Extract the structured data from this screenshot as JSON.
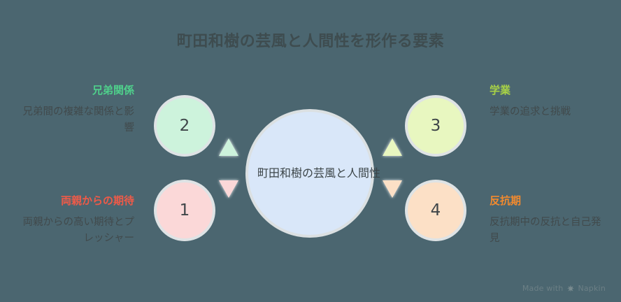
{
  "title": "町田和樹の芸風と人間性を形作る要素",
  "background_color": "#4b6670",
  "hub": {
    "label": "町田和樹の芸風と人間性",
    "color": "#d9e7f9"
  },
  "nodes": [
    {
      "number": "1",
      "color": "#fbd8d8",
      "position": "left-bottom"
    },
    {
      "number": "2",
      "color": "#cdf3dc",
      "position": "left-top"
    },
    {
      "number": "3",
      "color": "#e8f7c0",
      "position": "right-top"
    },
    {
      "number": "4",
      "color": "#fce0c6",
      "position": "right-bottom"
    }
  ],
  "blocks": {
    "siblings": {
      "heading": "兄弟関係",
      "heading_color": "#4fcf8b",
      "description": "兄弟間の複雑な関係と影響"
    },
    "parents": {
      "heading": "両親からの期待",
      "heading_color": "#ef5a48",
      "description": "両親からの高い期待とプレッシャー"
    },
    "study": {
      "heading": "学業",
      "heading_color": "#a8d246",
      "description": "学業の追求と挑戦"
    },
    "rebellion": {
      "heading": "反抗期",
      "heading_color": "#f28a2e",
      "description": "反抗期中の反抗と自己発見"
    }
  },
  "watermark": {
    "prefix": "Made with",
    "brand": "Napkin"
  }
}
